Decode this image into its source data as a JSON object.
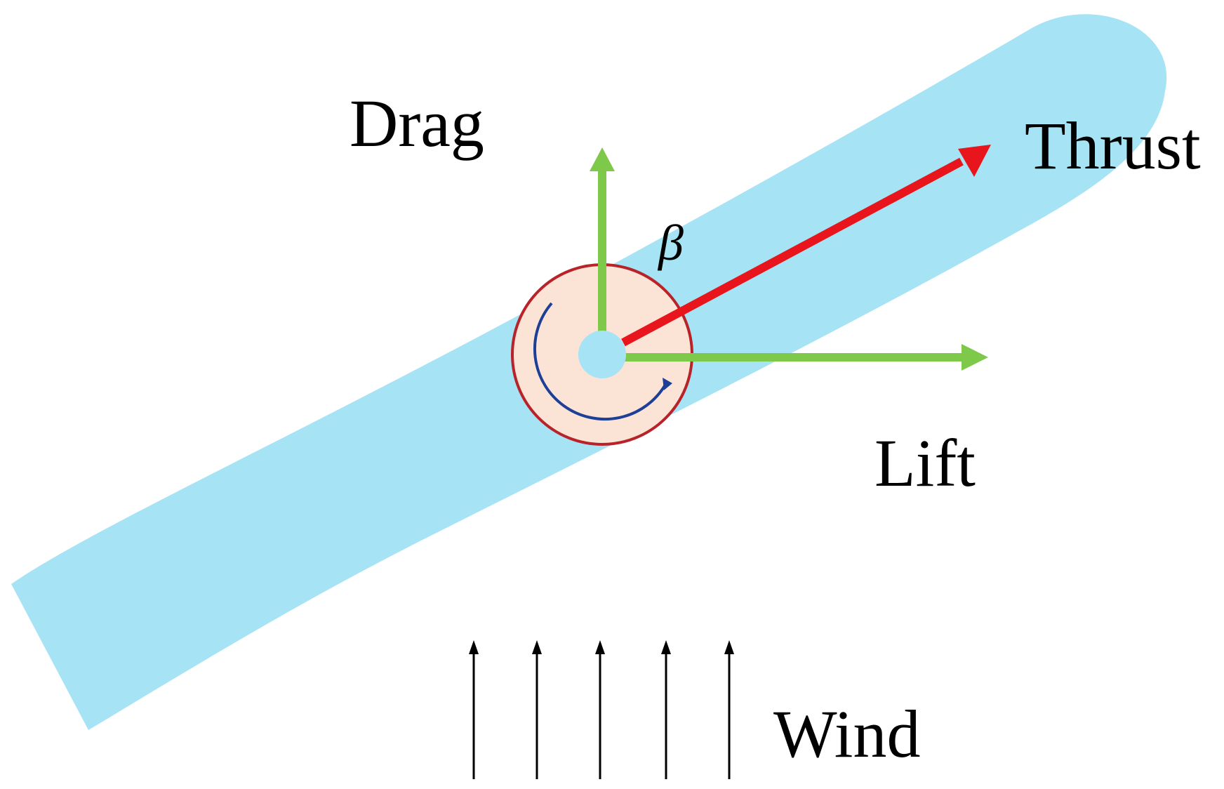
{
  "labels": {
    "drag": "Drag",
    "thrust": "Thrust",
    "lift": "Lift",
    "wind": "Wind",
    "angle": "β"
  },
  "colors": {
    "blade": "#a6e3f5",
    "hub_fill": "#fbe3d6",
    "hub_outline": "#b8232a",
    "hub_center": "#a6e3f5",
    "thrust_arrow": "#e8161c",
    "component_arrows": "#7ec84a",
    "rotation_arrow": "#1d3f97",
    "wind_arrows": "#000000"
  },
  "icons": {
    "rotation": "clockwise-rotation-arrow-icon",
    "wind": "upward-wind-arrows-icon"
  }
}
